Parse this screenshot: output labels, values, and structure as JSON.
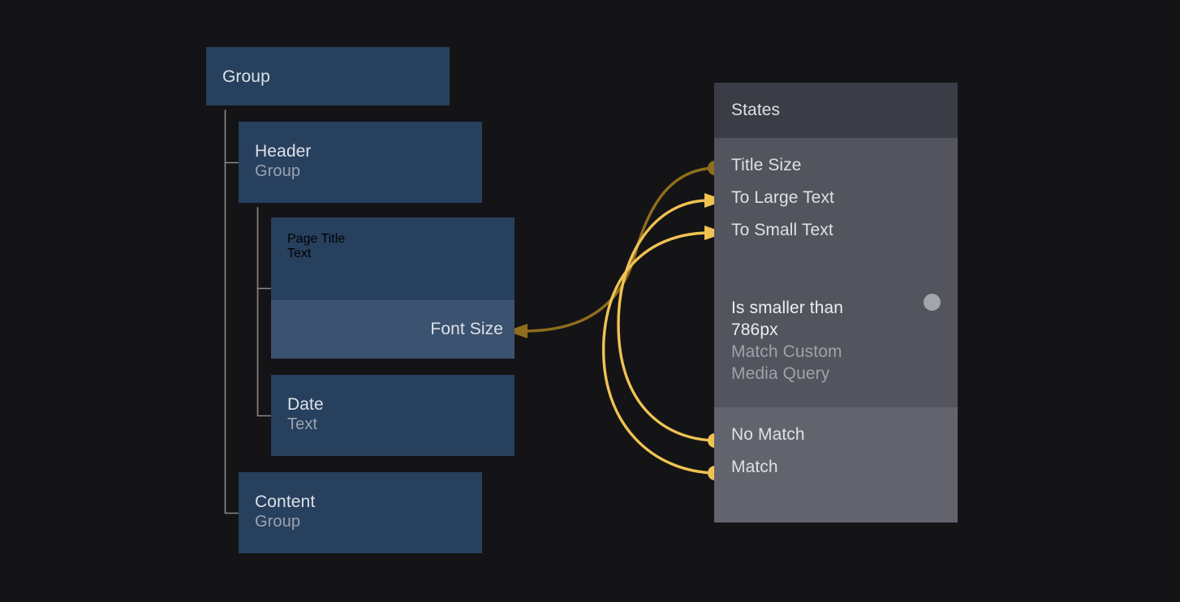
{
  "theme": {
    "background": "#141416",
    "node_blue": "#27405e",
    "property_blue": "#3b5270",
    "panel_header": "#3b3d46",
    "panel_body": "#53545d",
    "panel_body_light": "#62636c",
    "text_primary": "#dde1e6",
    "text_secondary": "#9ba3ae",
    "wire_light": "#efc252",
    "wire_dark": "#8f6d1c",
    "status_dot": "#a3a5ac",
    "tree_line": "#8a8a8a"
  },
  "tree": {
    "root": {
      "title": "Group"
    },
    "nodes": [
      {
        "title": "Header",
        "subtitle": "Group"
      },
      {
        "title": "Page Title",
        "subtitle": "Text",
        "property": {
          "label": "Font Size"
        }
      },
      {
        "title": "Date",
        "subtitle": "Text"
      },
      {
        "title": "Content",
        "subtitle": "Group"
      }
    ]
  },
  "panels": {
    "states": {
      "header": "States",
      "ports": [
        {
          "label": "Title Size",
          "connector": "dot",
          "color": "#8f6d1c"
        },
        {
          "label": "To Large Text",
          "connector": "arrow",
          "color": "#efc252"
        },
        {
          "label": "To Small Text",
          "connector": "arrow",
          "color": "#efc252"
        }
      ]
    },
    "media_query": {
      "name": "Is smaller than 786px",
      "kind": "Match Custom Media Query",
      "status": "status-dot",
      "ports": [
        {
          "label": "No Match",
          "connector": "dot",
          "color": "#efc252"
        },
        {
          "label": "Match",
          "connector": "dot",
          "color": "#efc252"
        }
      ]
    }
  },
  "connections": [
    {
      "from": "Title Size",
      "to": "Font Size",
      "color": "#8f6d1c"
    },
    {
      "from": "No Match",
      "to": "To Large Text",
      "color": "#efc252"
    },
    {
      "from": "Match",
      "to": "To Small Text",
      "color": "#efc252"
    }
  ]
}
